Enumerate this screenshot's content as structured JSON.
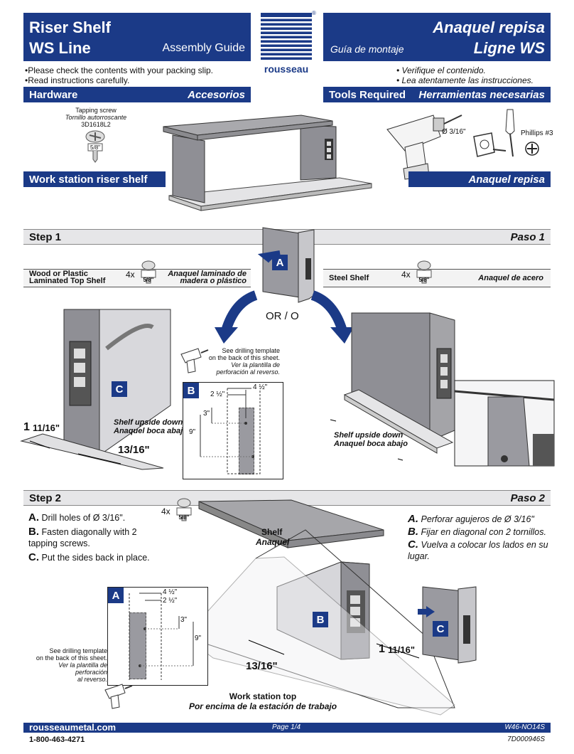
{
  "header": {
    "title_en_1": "Riser Shelf",
    "title_en_2": "WS Line",
    "subtitle_en": "Assembly Guide",
    "title_es_1": "Anaquel repisa",
    "title_es_2": "Ligne WS",
    "subtitle_es": "Guía de montaje",
    "brand": "rousseau",
    "registered": "®"
  },
  "notes": {
    "en": [
      "•Please check the contents with your packing slip.",
      "•Read instructions carefully."
    ],
    "es": [
      "• Verifique el contenido.",
      "• Lea atentamente las instrucciones."
    ]
  },
  "hardware": {
    "title_en": "Hardware",
    "title_es": "Accesorios",
    "item_name_en": "Tapping screw",
    "item_name_es": "Tornillo autorroscante",
    "item_code": "3D1618L2",
    "item_size": "5/8\""
  },
  "tools": {
    "title_en": "Tools Required",
    "title_es": "Herramientas necesarias",
    "drill_size": "Ø 3/16\"",
    "screwdriver": "Phillips #3"
  },
  "product_bar": {
    "en": "Work station riser shelf",
    "es": "Anaquel repisa"
  },
  "step1": {
    "title_en": "Step 1",
    "title_es": "Paso 1",
    "left_box_en_1": "Wood or Plastic",
    "left_box_en_2": "Laminated Top Shelf",
    "left_qty": "4x",
    "left_box_es_1": "Anaquel laminado de",
    "left_box_es_2": "madera o plástico",
    "right_box_en": "Steel Shelf",
    "right_qty": "4x",
    "right_box_es": "Anaquel de acero",
    "screw_size": "5/8\"",
    "or": "OR / O",
    "tag_a": "A",
    "tag_b": "B",
    "tag_c": "C",
    "template_note": [
      "See drilling template",
      "on the back of this sheet.",
      "Ver la plantilla de",
      "perforación al reverso."
    ],
    "dim_4_5": "4 ½\"",
    "dim_2_5": "2 ½\"",
    "dim_3": "3\"",
    "dim_9": "9\"",
    "upside_en": "Shelf upside down",
    "upside_es": "Anaquel boca abajo",
    "dim_1_11_16_a": "1",
    "dim_1_11_16_b": "11/16\"",
    "dim_13_16": "13/16\"",
    "upside2_en": "Shelf upside down",
    "upside2_es": "Anaquel boca abajo"
  },
  "step2": {
    "title_en": "Step 2",
    "title_es": "Paso 2",
    "qty": "4x",
    "screw_size": "5/8\"",
    "steps_en": [
      {
        "l": "A.",
        "t": "Drill holes of Ø 3/16\"."
      },
      {
        "l": "B.",
        "t": "Fasten diagonally with 2 tapping screws."
      },
      {
        "l": "C.",
        "t": "Put the sides back in place."
      }
    ],
    "steps_es": [
      {
        "l": "A.",
        "t": "Perforar agujeros de Ø 3/16\""
      },
      {
        "l": "B.",
        "t": "Fijar en diagonal con 2 tornillos."
      },
      {
        "l": "C.",
        "t": "Vuelva a colocar los lados en su lugar."
      }
    ],
    "shelf_en": "Shelf",
    "shelf_es": "Anaquel",
    "tag_a": "A",
    "tag_b": "B",
    "tag_c": "C",
    "dim_4_5": "4 ½\"",
    "dim_2_5": "2 ½\"",
    "dim_3": "3\"",
    "dim_9": "9\"",
    "template_note": [
      "See drilling template",
      "on the back of this sheet.",
      "Ver la plantilla de",
      "perforación",
      "al reverso."
    ],
    "dim_1": "1",
    "dim_11_16": "11/16\"",
    "dim_13_16": "13/16\"",
    "ws_top_en": "Work station top",
    "ws_top_es": "Por encima de la estación de trabajo"
  },
  "footer": {
    "website": "rousseaumetal.com",
    "page": "Page 1/4",
    "code": "W46-NO14S",
    "phone": "1-800-463-4271",
    "doc": "7D000946S"
  },
  "colors": {
    "brand": "#1b3a87",
    "panel": "#8f8f95",
    "light": "#e6e6e8"
  }
}
